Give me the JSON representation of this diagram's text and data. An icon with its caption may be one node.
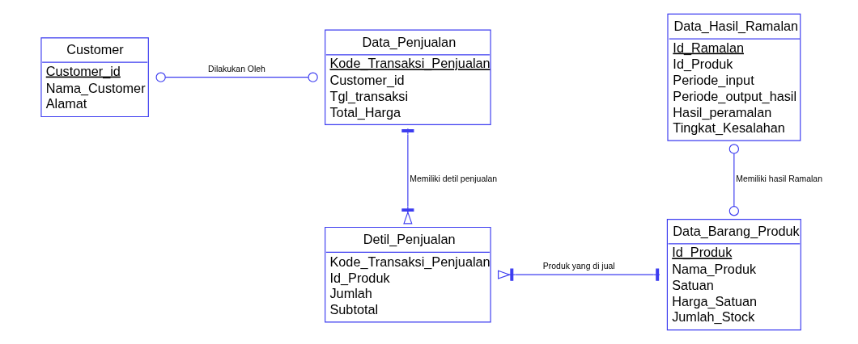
{
  "diagram": {
    "nodes": [
      {
        "text": [
          "Customer",
          "Customer_id",
          "Nama_Customer",
          "Alamat"
        ]
      },
      {
        "text": [
          "Data_Penjualan",
          "Kode_Transaksi_Penjualan",
          "Customer_id",
          "Tgl_transaksi",
          "Total_Harga"
        ]
      },
      {
        "text": [
          "Data_Hasil_Ramalan",
          "Id_Ramalan",
          "Id_Produk",
          "Periode_input",
          "Periode_output_hasil",
          "Hasil_peramalan",
          "Tingkat_Kesalahan"
        ]
      },
      {
        "text": [
          "Detil_Penjualan",
          "Kode_Transaksi_Penjualan",
          "Id_Produk",
          "Jumlah",
          "Subtotal"
        ]
      },
      {
        "text": [
          "Data_Barang_Produk",
          "Id_Produk",
          "Nama_Produk",
          "Satuan",
          "Harga_Satuan",
          "Jumlah_Stock"
        ]
      }
    ],
    "edges": [
      {
        "from": 0,
        "to": 1,
        "arrow": "other",
        "label": "Dilakukan Oleh"
      },
      {
        "from": 1,
        "to": 3,
        "arrow": "other",
        "label": "Memiliki detil penjualan"
      },
      {
        "from": 2,
        "to": 4,
        "arrow": "other",
        "label": "Memiliki hasil Ramalan"
      },
      {
        "from": 3,
        "to": 4,
        "arrow": "other",
        "label": "Produk yang di jual"
      }
    ]
  }
}
